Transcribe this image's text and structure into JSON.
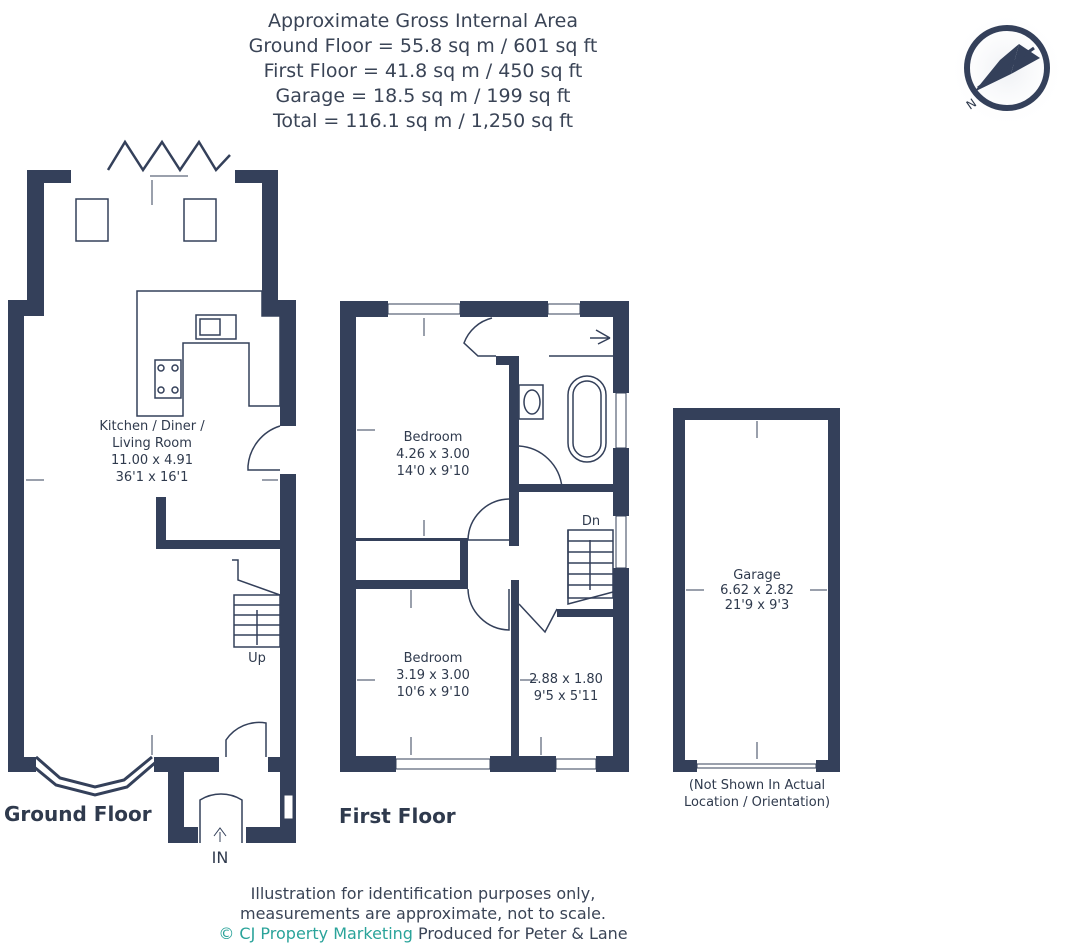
{
  "area_summary": {
    "heading": "Approximate Gross Internal Area",
    "ground_floor": "Ground Floor = 55.8 sq m / 601 sq ft",
    "first_floor": "First Floor = 41.8 sq m / 450 sq ft",
    "garage": "Garage = 18.5 sq m / 199 sq ft",
    "total": "Total = 116.1 sq m / 1,250 sq ft"
  },
  "compass": {
    "label": "N",
    "icon": "compass-icon"
  },
  "ground_floor": {
    "title": "Ground Floor",
    "kitchen": {
      "name1": "Kitchen / Diner /",
      "name2": "Living Room",
      "metric": "11.00 x 4.91",
      "imperial": "36'1 x 16'1"
    },
    "stairs_label": "Up",
    "entrance_label": "IN"
  },
  "first_floor": {
    "title": "First Floor",
    "bedroom1": {
      "name": "Bedroom",
      "metric": "4.26 x 3.00",
      "imperial": "14'0 x 9'10"
    },
    "bedroom2": {
      "name": "Bedroom",
      "metric": "3.19 x 3.00",
      "imperial": "10'6 x 9'10"
    },
    "room3": {
      "metric": "2.88 x 1.80",
      "imperial": "9'5 x 5'11"
    },
    "stairs_label": "Dn"
  },
  "garage": {
    "name": "Garage",
    "metric": "6.62 x 2.82",
    "imperial": "21'9 x 9'3",
    "note1": "(Not Shown In Actual",
    "note2": "Location / Orientation)"
  },
  "footer": {
    "line1": "Illustration for identification purposes only,",
    "line2": "measurements are approximate, not to scale.",
    "brand": "© CJ Property Marketing",
    "produced": "Produced for Peter & Lane"
  },
  "colors": {
    "wall": "#34405a",
    "brand": "#2aa39a",
    "text": "#2f3a4d"
  }
}
